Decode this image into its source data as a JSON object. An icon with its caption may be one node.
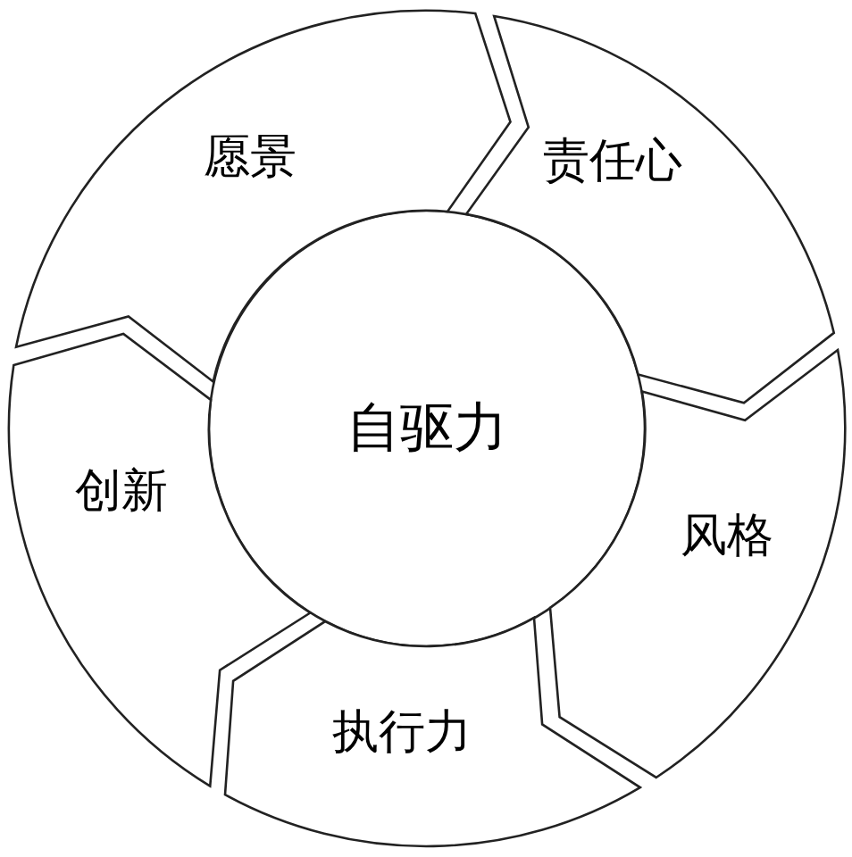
{
  "diagram": {
    "nodes": [
      {
        "text": [
          "自驱力"
        ]
      },
      {
        "text": [
          "愿景"
        ]
      },
      {
        "text": [
          "责任心"
        ]
      },
      {
        "text": [
          "风格"
        ]
      },
      {
        "text": [
          "执行力"
        ]
      },
      {
        "text": [
          "创新"
        ]
      }
    ]
  }
}
